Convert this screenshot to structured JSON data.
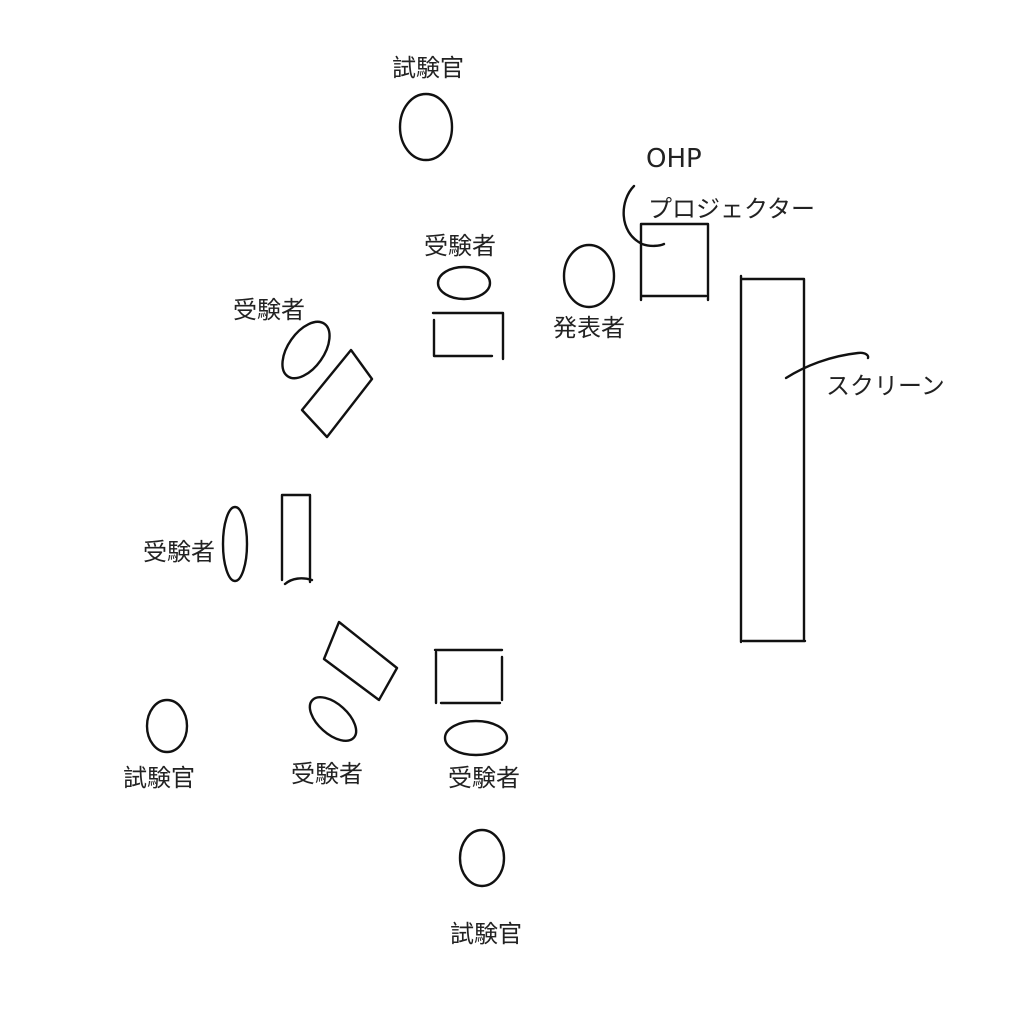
{
  "diagram": {
    "type": "seating-layout",
    "colors": {
      "background": "#ffffff",
      "stroke": "#111111",
      "text": "#222222"
    },
    "labels": {
      "examiner_top": "試験官",
      "examiner_bottom_left": "試験官",
      "examiner_bottom": "試験官",
      "examinee_top": "受験者",
      "examinee_upper_left": "受験者",
      "examinee_left": "受験者",
      "examinee_lower_left": "受験者",
      "examinee_bottom": "受験者",
      "presenter": "発表者",
      "ohp": "OHP",
      "projector": "プロジェクター",
      "screen": "スクリーン"
    },
    "nodes": [
      {
        "id": "examiner-top",
        "role": "試験官",
        "shape": "ellipse"
      },
      {
        "id": "examiner-bottom-left",
        "role": "試験官",
        "shape": "ellipse"
      },
      {
        "id": "examiner-bottom",
        "role": "試験官",
        "shape": "ellipse"
      },
      {
        "id": "examinee-top",
        "role": "受験者",
        "shape": "ellipse",
        "desk": true
      },
      {
        "id": "examinee-upper-left",
        "role": "受験者",
        "shape": "ellipse",
        "desk": true
      },
      {
        "id": "examinee-left",
        "role": "受験者",
        "shape": "ellipse",
        "desk": true
      },
      {
        "id": "examinee-lower-left",
        "role": "受験者",
        "shape": "ellipse",
        "desk": true
      },
      {
        "id": "examinee-bottom",
        "role": "受験者",
        "shape": "ellipse",
        "desk": true
      },
      {
        "id": "presenter",
        "role": "発表者",
        "shape": "ellipse"
      },
      {
        "id": "ohp-projector",
        "role": "OHP / プロジェクター",
        "shape": "rect"
      },
      {
        "id": "screen",
        "role": "スクリーン",
        "shape": "rect"
      }
    ]
  }
}
